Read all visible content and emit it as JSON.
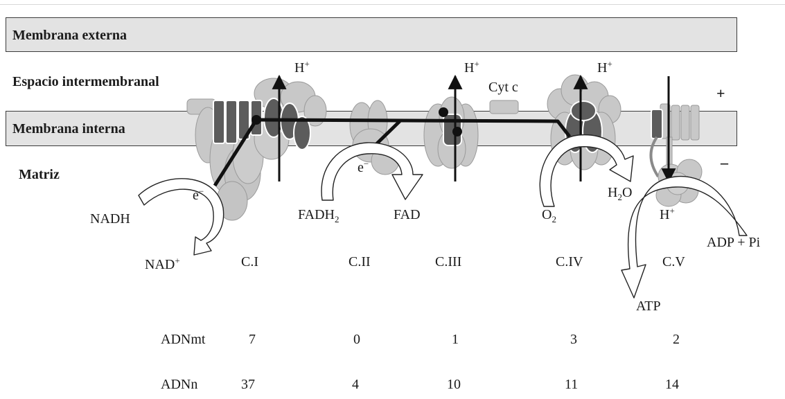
{
  "membranes": {
    "outer": "Membrana externa",
    "inner": "Membrana interna"
  },
  "spaces": {
    "intermembrane": "Espacio intermembranal",
    "matrix": "Matriz"
  },
  "charges": {
    "positive": "+",
    "negative": "–"
  },
  "labels": {
    "h": "H",
    "h_sup": "+",
    "cytc": "Cyt c",
    "e": "e",
    "e_sup": "−",
    "nadh": "NADH",
    "nad": "NAD",
    "nad_sup": "+",
    "fadh": "FADH",
    "fadh_sub": "2",
    "fad": "FAD",
    "o": "O",
    "o_sub": "2",
    "h2o_h": "H",
    "h2o_sub": "2",
    "h2o_o": "O",
    "adp": "ADP + Pi",
    "atp": "ATP"
  },
  "complexes": [
    "C.I",
    "C.II",
    "C.III",
    "C.IV",
    "C.V"
  ],
  "table": {
    "rows": [
      {
        "label": "ADNmt",
        "values": [
          "7",
          "0",
          "1",
          "3",
          "2"
        ]
      },
      {
        "label": "ADNn",
        "values": [
          "37",
          "4",
          "10",
          "11",
          "14"
        ]
      }
    ]
  }
}
